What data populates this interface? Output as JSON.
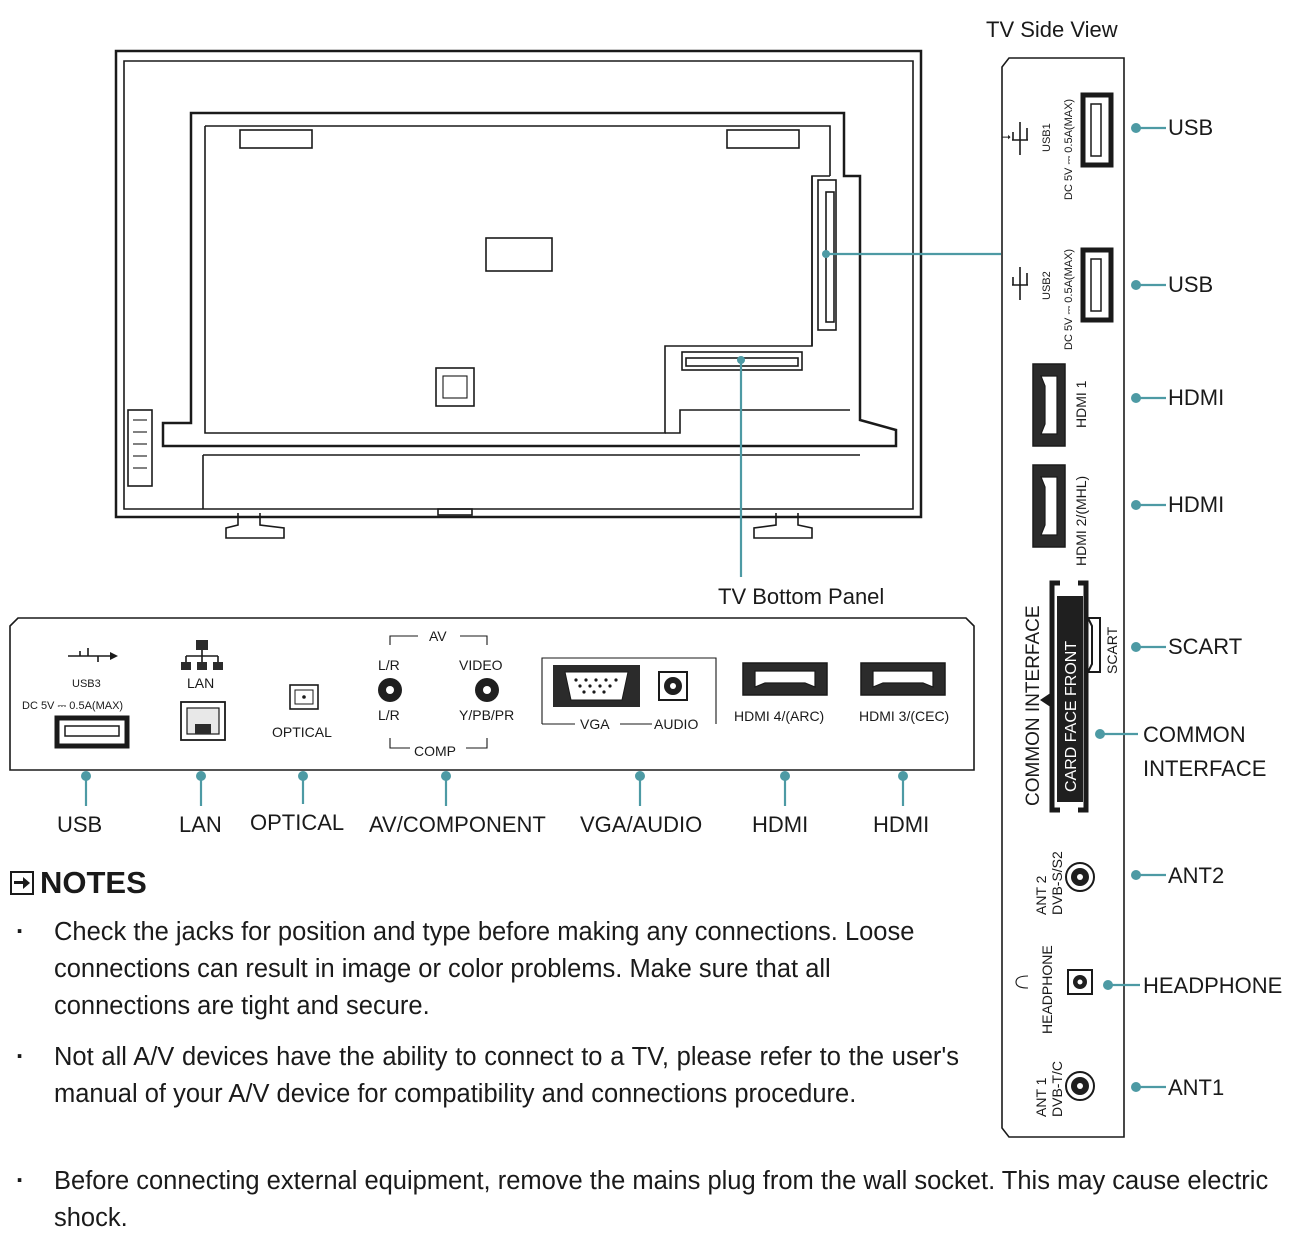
{
  "labels": {
    "side_view": "TV Side View",
    "bottom_panel": "TV Bottom Panel"
  },
  "side_panel": {
    "usb1_port": "USB1",
    "usb1_rating": "DC 5V ⎓ 0.5A(MAX)",
    "usb2_port": "USB2",
    "usb2_rating": "DC 5V ⎓ 0.5A(MAX)",
    "hdmi1_port": "HDMI 1",
    "hdmi2_port": "HDMI 2/(MHL)",
    "scart_port": "SCART",
    "common_interface_port": "COMMON INTERFACE",
    "card_face_front": "CARD FACE FRONT",
    "ant2_port": "ANT 2",
    "ant2_type": "DVB-S/S2",
    "headphone_port": "HEADPHONE",
    "ant1_port": "ANT 1",
    "ant1_type": "DVB-T/C"
  },
  "side_callouts": {
    "usb_a": "USB",
    "usb_b": "USB",
    "hdmi_a": "HDMI",
    "hdmi_b": "HDMI",
    "scart": "SCART",
    "common_interface_line1": "COMMON",
    "common_interface_line2": "INTERFACE",
    "ant2": "ANT2",
    "headphone": "HEADPHONE",
    "ant1": "ANT1"
  },
  "bottom_panel": {
    "usb3_port": "USB3",
    "usb3_rating": "DC 5V ⎓ 0.5A(MAX)",
    "lan_port": "LAN",
    "optical_port": "OPTICAL",
    "av_group": "AV",
    "lr_top": "L/R",
    "video": "VIDEO",
    "lr_bottom": "L/R",
    "ypbpr": "Y/PB/PR",
    "comp_group": "COMP",
    "vga": "VGA",
    "audio": "AUDIO",
    "hdmi4": "HDMI 4/(ARC)",
    "hdmi3": "HDMI 3/(CEC)"
  },
  "bottom_callouts": {
    "usb": "USB",
    "lan": "LAN",
    "optical": "OPTICAL",
    "av_component": "AV/COMPONENT",
    "vga_audio": "VGA/AUDIO",
    "hdmi_a": "HDMI",
    "hdmi_b": "HDMI"
  },
  "notes": {
    "title": "NOTES",
    "items": [
      "Check the jacks for position and type before making any connections. Loose connections can result in image or color problems. Make sure that all connections are tight and secure.",
      "Not all A/V devices have the ability to connect to a TV, please refer to the user's manual of your A/V device for compatibility and connections procedure.",
      "Before connecting external equipment, remove the mains plug from the wall socket. This may cause electric shock."
    ]
  },
  "colors": {
    "leader": "#4d9aa4",
    "ink": "#1a1a1a"
  }
}
